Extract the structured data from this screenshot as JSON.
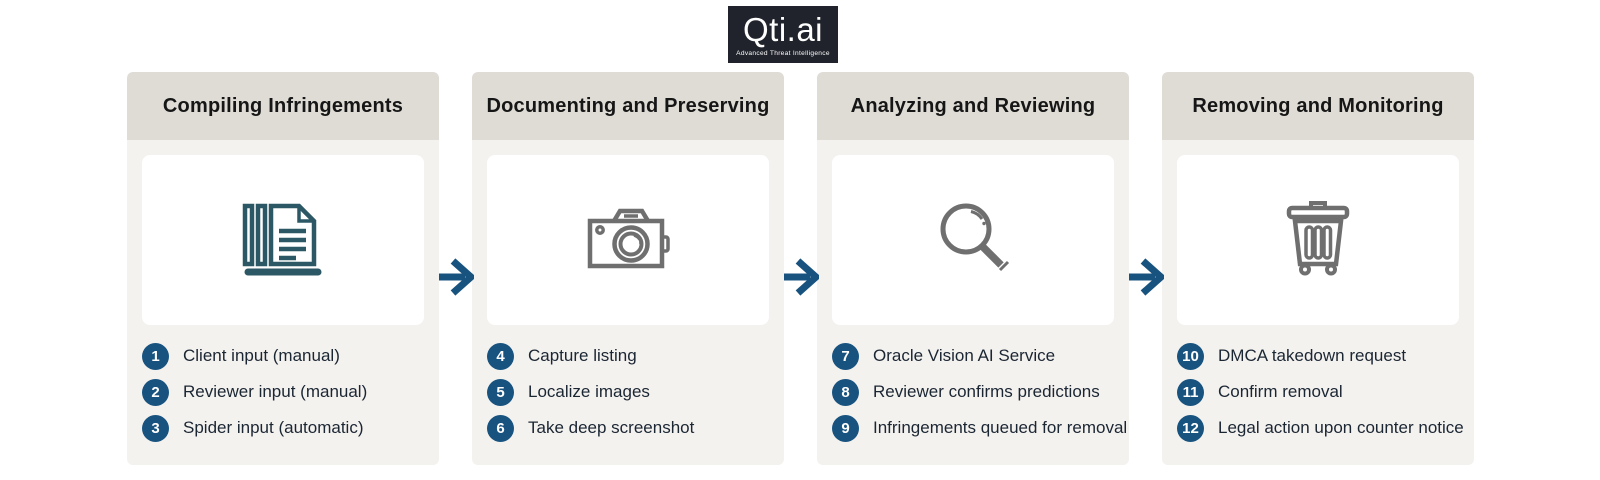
{
  "logo": {
    "title": "Qti.ai",
    "tagline": "Advanced Threat Intelligence"
  },
  "columns": [
    {
      "title": "Compiling Infringements",
      "icon": "documents-icon",
      "items": [
        {
          "num": "1",
          "label": "Client input (manual)"
        },
        {
          "num": "2",
          "label": "Reviewer input (manual)"
        },
        {
          "num": "3",
          "label": "Spider input (automatic)"
        }
      ]
    },
    {
      "title": "Documenting and Preserving",
      "icon": "camera-icon",
      "items": [
        {
          "num": "4",
          "label": "Capture listing"
        },
        {
          "num": "5",
          "label": "Localize images"
        },
        {
          "num": "6",
          "label": "Take deep screenshot"
        }
      ]
    },
    {
      "title": "Analyzing and Reviewing",
      "icon": "magnifier-icon",
      "items": [
        {
          "num": "7",
          "label": "Oracle Vision AI Service"
        },
        {
          "num": "8",
          "label": "Reviewer confirms predictions"
        },
        {
          "num": "9",
          "label": "Infringements queued for removal"
        }
      ]
    },
    {
      "title": "Removing and Monitoring",
      "icon": "trash-icon",
      "items": [
        {
          "num": "10",
          "label": "DMCA takedown request"
        },
        {
          "num": "11",
          "label": "Confirm removal"
        },
        {
          "num": "12",
          "label": "Legal action upon counter notice"
        }
      ]
    }
  ],
  "colors": {
    "accent_blue": "#18537f",
    "icon_gray": "#6f6f6f",
    "icon_teal": "#2c5866",
    "header_bg": "#dfdcd6",
    "body_bg": "#f4f2ef",
    "card_bg": "#ffffff",
    "logo_bg": "#20232b",
    "text_dark": "#1b2633"
  }
}
